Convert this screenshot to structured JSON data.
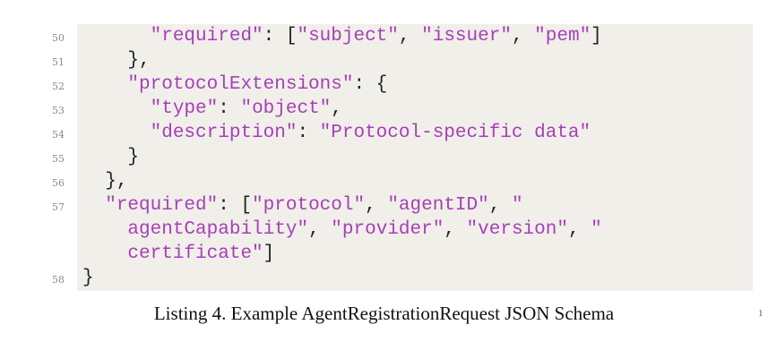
{
  "listing": {
    "lines": [
      {
        "num": "50",
        "pre": "      ",
        "tokens": [
          {
            "t": "\"required\"",
            "s": true
          },
          {
            "t": ": [",
            "s": false
          },
          {
            "t": "\"subject\"",
            "s": true
          },
          {
            "t": ", ",
            "s": false
          },
          {
            "t": "\"issuer\"",
            "s": true
          },
          {
            "t": ", ",
            "s": false
          },
          {
            "t": "\"pem\"",
            "s": true
          },
          {
            "t": "]",
            "s": false
          }
        ]
      },
      {
        "num": "51",
        "pre": "    ",
        "tokens": [
          {
            "t": "},",
            "s": false
          }
        ]
      },
      {
        "num": "52",
        "pre": "    ",
        "tokens": [
          {
            "t": "\"protocolExtensions\"",
            "s": true
          },
          {
            "t": ": {",
            "s": false
          }
        ]
      },
      {
        "num": "53",
        "pre": "      ",
        "tokens": [
          {
            "t": "\"type\"",
            "s": true
          },
          {
            "t": ": ",
            "s": false
          },
          {
            "t": "\"object\"",
            "s": true
          },
          {
            "t": ",",
            "s": false
          }
        ]
      },
      {
        "num": "54",
        "pre": "      ",
        "tokens": [
          {
            "t": "\"description\"",
            "s": true
          },
          {
            "t": ": ",
            "s": false
          },
          {
            "t": "\"Protocol-specific data\"",
            "s": true
          }
        ]
      },
      {
        "num": "55",
        "pre": "    ",
        "tokens": [
          {
            "t": "}",
            "s": false
          }
        ]
      },
      {
        "num": "56",
        "pre": "  ",
        "tokens": [
          {
            "t": "},",
            "s": false
          }
        ]
      },
      {
        "num": "57",
        "pre": "  ",
        "tokens": [
          {
            "t": "\"required\"",
            "s": true
          },
          {
            "t": ": [",
            "s": false
          },
          {
            "t": "\"protocol\"",
            "s": true
          },
          {
            "t": ", ",
            "s": false
          },
          {
            "t": "\"agentID\"",
            "s": true
          },
          {
            "t": ", ",
            "s": false
          },
          {
            "t": "\"",
            "s": true
          }
        ]
      },
      {
        "num": "",
        "pre": "    ",
        "tokens": [
          {
            "t": "agentCapability\"",
            "s": true
          },
          {
            "t": ", ",
            "s": false
          },
          {
            "t": "\"provider\"",
            "s": true
          },
          {
            "t": ", ",
            "s": false
          },
          {
            "t": "\"version\"",
            "s": true
          },
          {
            "t": ", ",
            "s": false
          },
          {
            "t": "\"",
            "s": true
          }
        ]
      },
      {
        "num": "",
        "pre": "    ",
        "tokens": [
          {
            "t": "certificate\"",
            "s": true
          },
          {
            "t": "]",
            "s": false
          }
        ]
      },
      {
        "num": "58",
        "pre": "",
        "tokens": [
          {
            "t": "}",
            "s": false
          }
        ]
      }
    ]
  },
  "caption": "Listing 4.  Example AgentRegistrationRequest JSON Schema",
  "page_mark": "1"
}
